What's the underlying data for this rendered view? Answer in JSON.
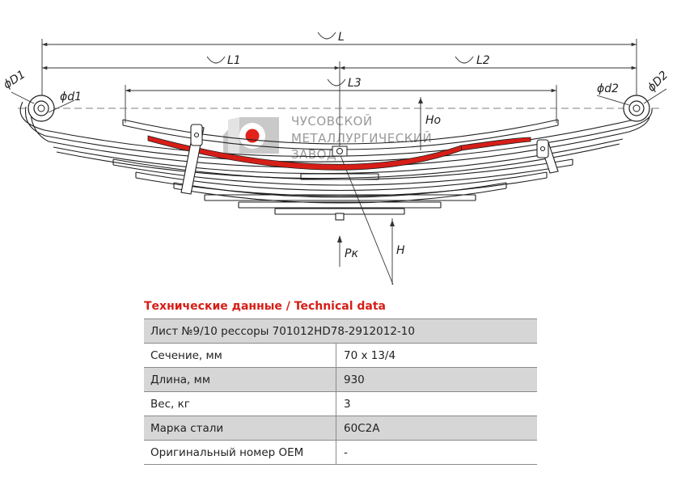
{
  "drawing": {
    "labels": {
      "L": "L",
      "L1": "L1",
      "L2": "L2",
      "L3": "L3",
      "Ho": "Ho",
      "H": "H",
      "Pk": "Pк",
      "D1": "ϕD1",
      "d1": "ϕd1",
      "d2": "ϕd2",
      "D2": "ϕD2"
    },
    "watermark": {
      "line1": "ЧУСОВСКОЙ",
      "line2": "МЕТАЛЛУРГИЧЕСКИЙ",
      "line3": "ЗАВОД"
    },
    "colors": {
      "accent_leaf": "#d61e17",
      "logo_gray": "#9a9a9a",
      "logo_red": "#e2231a"
    }
  },
  "table": {
    "heading": "Технические данные / Technical data",
    "title_row": "Лист №9/10 рессоры 701012HD78-2912012-10",
    "rows": [
      {
        "label": "Сечение, мм",
        "value": "70 x 13/4"
      },
      {
        "label": "Длина, мм",
        "value": "930"
      },
      {
        "label": "Вес, кг",
        "value": "3"
      },
      {
        "label": "Марка стали",
        "value": "60С2А"
      },
      {
        "label": "Оригинальный номер OEM",
        "value": "-"
      }
    ]
  }
}
